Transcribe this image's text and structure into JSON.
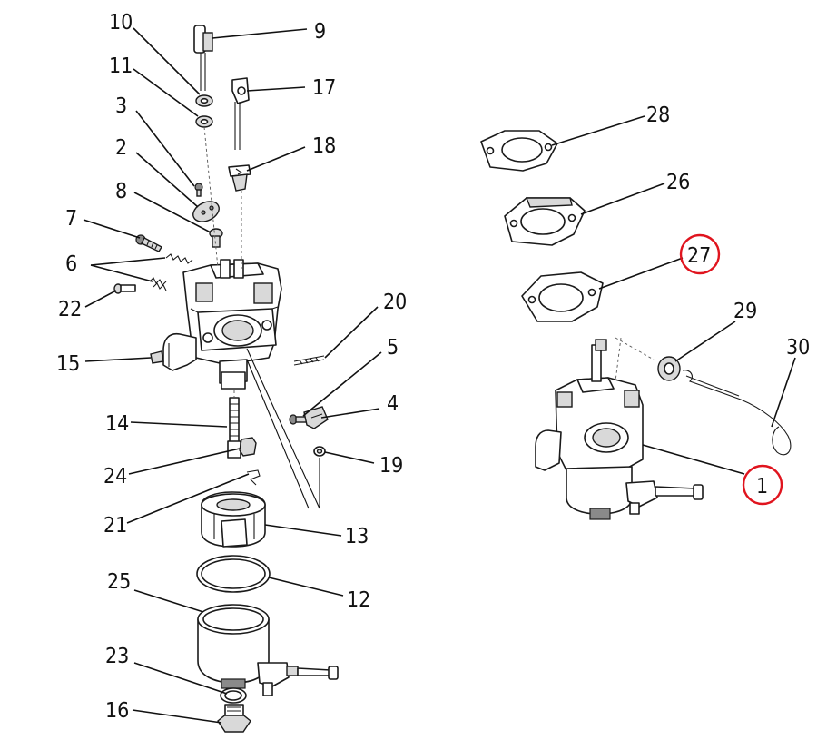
{
  "diagram": {
    "callouts": {
      "p10": "10",
      "p9": "9",
      "p11": "11",
      "p17": "17",
      "p3": "3",
      "p18": "18",
      "p2": "2",
      "p8": "8",
      "p7": "7",
      "p6": "6",
      "p22": "22",
      "p20": "20",
      "p5": "5",
      "p15": "15",
      "p4": "4",
      "p14": "14",
      "p19": "19",
      "p24": "24",
      "p21": "21",
      "p13": "13",
      "p25": "25",
      "p12": "12",
      "p23": "23",
      "p16": "16",
      "p28": "28",
      "p26": "26",
      "p27": "27",
      "p29": "29",
      "p30": "30",
      "p1": "1"
    },
    "highlighted_callouts": [
      "27",
      "1"
    ],
    "highlight_color": "#e0141e"
  }
}
